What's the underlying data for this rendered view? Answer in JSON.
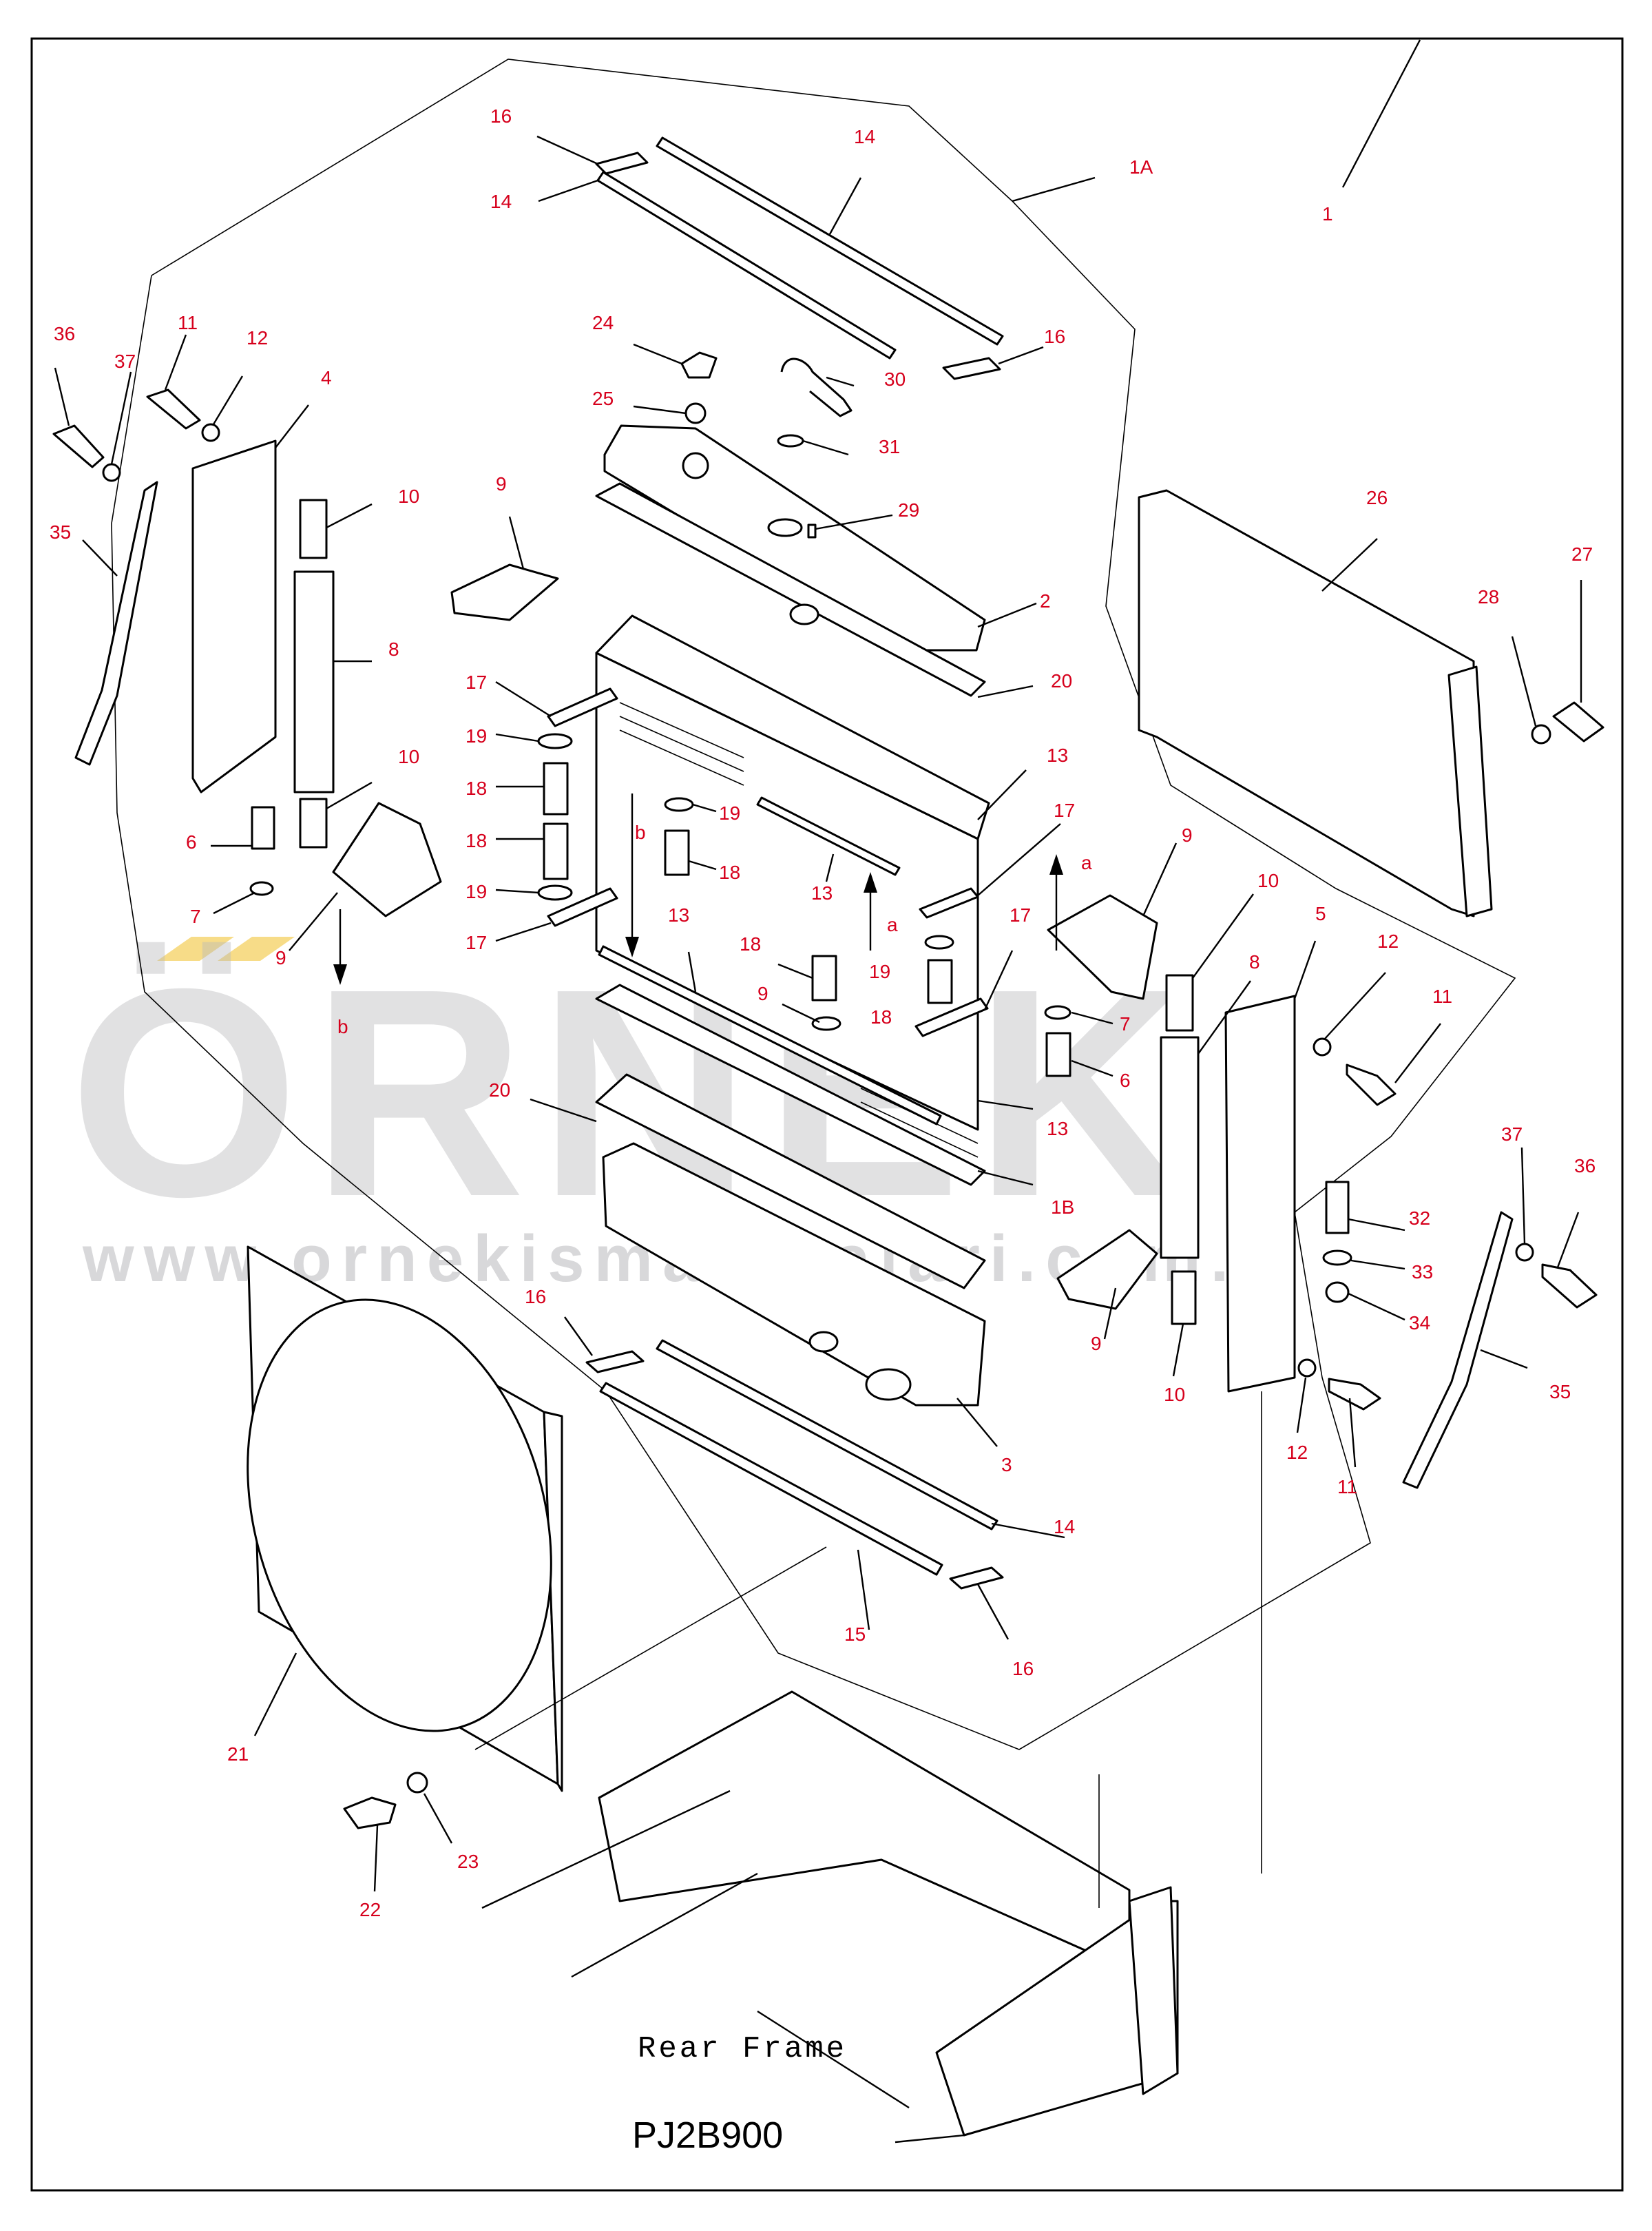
{
  "watermark": {
    "brand": "ÖRNEK",
    "url": "www.ornekismakinalari.com.tr",
    "accent_color": "#f5d36a"
  },
  "texts": {
    "rear_frame": "Rear Frame",
    "drawing_code": "PJ2B900"
  },
  "callouts": [
    {
      "id": "c1",
      "text": "1"
    },
    {
      "id": "c1A",
      "text": "1A"
    },
    {
      "id": "c1B",
      "text": "1B"
    },
    {
      "id": "c2",
      "text": "2"
    },
    {
      "id": "c3",
      "text": "3"
    },
    {
      "id": "c4",
      "text": "4"
    },
    {
      "id": "c5",
      "text": "5"
    },
    {
      "id": "c6a",
      "text": "6"
    },
    {
      "id": "c6b",
      "text": "6"
    },
    {
      "id": "c7a",
      "text": "7"
    },
    {
      "id": "c7b",
      "text": "7"
    },
    {
      "id": "c8a",
      "text": "8"
    },
    {
      "id": "c8b",
      "text": "8"
    },
    {
      "id": "c9a",
      "text": "9"
    },
    {
      "id": "c9b",
      "text": "9"
    },
    {
      "id": "c9c",
      "text": "9"
    },
    {
      "id": "c9d",
      "text": "9"
    },
    {
      "id": "c9e",
      "text": "9"
    },
    {
      "id": "c10a",
      "text": "10"
    },
    {
      "id": "c10b",
      "text": "10"
    },
    {
      "id": "c10c",
      "text": "10"
    },
    {
      "id": "c10d",
      "text": "10"
    },
    {
      "id": "c11a",
      "text": "11"
    },
    {
      "id": "c11b",
      "text": "11"
    },
    {
      "id": "c11c",
      "text": "11"
    },
    {
      "id": "c12a",
      "text": "12"
    },
    {
      "id": "c12b",
      "text": "12"
    },
    {
      "id": "c12c",
      "text": "12"
    },
    {
      "id": "c13a",
      "text": "13"
    },
    {
      "id": "c13b",
      "text": "13"
    },
    {
      "id": "c13c",
      "text": "13"
    },
    {
      "id": "c13d",
      "text": "13"
    },
    {
      "id": "c14a",
      "text": "14"
    },
    {
      "id": "c14b",
      "text": "14"
    },
    {
      "id": "c14c",
      "text": "14"
    },
    {
      "id": "c15",
      "text": "15"
    },
    {
      "id": "c16a",
      "text": "16"
    },
    {
      "id": "c16b",
      "text": "16"
    },
    {
      "id": "c16c",
      "text": "16"
    },
    {
      "id": "c16d",
      "text": "16"
    },
    {
      "id": "c17a",
      "text": "17"
    },
    {
      "id": "c17b",
      "text": "17"
    },
    {
      "id": "c17c",
      "text": "17"
    },
    {
      "id": "c17d",
      "text": "17"
    },
    {
      "id": "c18a",
      "text": "18"
    },
    {
      "id": "c18b",
      "text": "18"
    },
    {
      "id": "c18c",
      "text": "18"
    },
    {
      "id": "c18d",
      "text": "18"
    },
    {
      "id": "c18e",
      "text": "18"
    },
    {
      "id": "c19a",
      "text": "19"
    },
    {
      "id": "c19b",
      "text": "19"
    },
    {
      "id": "c19c",
      "text": "19"
    },
    {
      "id": "c19d",
      "text": "19"
    },
    {
      "id": "c20a",
      "text": "20"
    },
    {
      "id": "c20b",
      "text": "20"
    },
    {
      "id": "c21",
      "text": "21"
    },
    {
      "id": "c22",
      "text": "22"
    },
    {
      "id": "c23",
      "text": "23"
    },
    {
      "id": "c24",
      "text": "24"
    },
    {
      "id": "c25",
      "text": "25"
    },
    {
      "id": "c26",
      "text": "26"
    },
    {
      "id": "c27",
      "text": "27"
    },
    {
      "id": "c28",
      "text": "28"
    },
    {
      "id": "c29",
      "text": "29"
    },
    {
      "id": "c30",
      "text": "30"
    },
    {
      "id": "c31",
      "text": "31"
    },
    {
      "id": "c32",
      "text": "32"
    },
    {
      "id": "c33",
      "text": "33"
    },
    {
      "id": "c34",
      "text": "34"
    },
    {
      "id": "c35a",
      "text": "35"
    },
    {
      "id": "c35b",
      "text": "35"
    },
    {
      "id": "c36a",
      "text": "36"
    },
    {
      "id": "c36b",
      "text": "36"
    },
    {
      "id": "c37a",
      "text": "37"
    },
    {
      "id": "c37b",
      "text": "37"
    },
    {
      "id": "ca1",
      "text": "a"
    },
    {
      "id": "ca2",
      "text": "a"
    },
    {
      "id": "cb1",
      "text": "b"
    },
    {
      "id": "cb2",
      "text": "b"
    }
  ]
}
